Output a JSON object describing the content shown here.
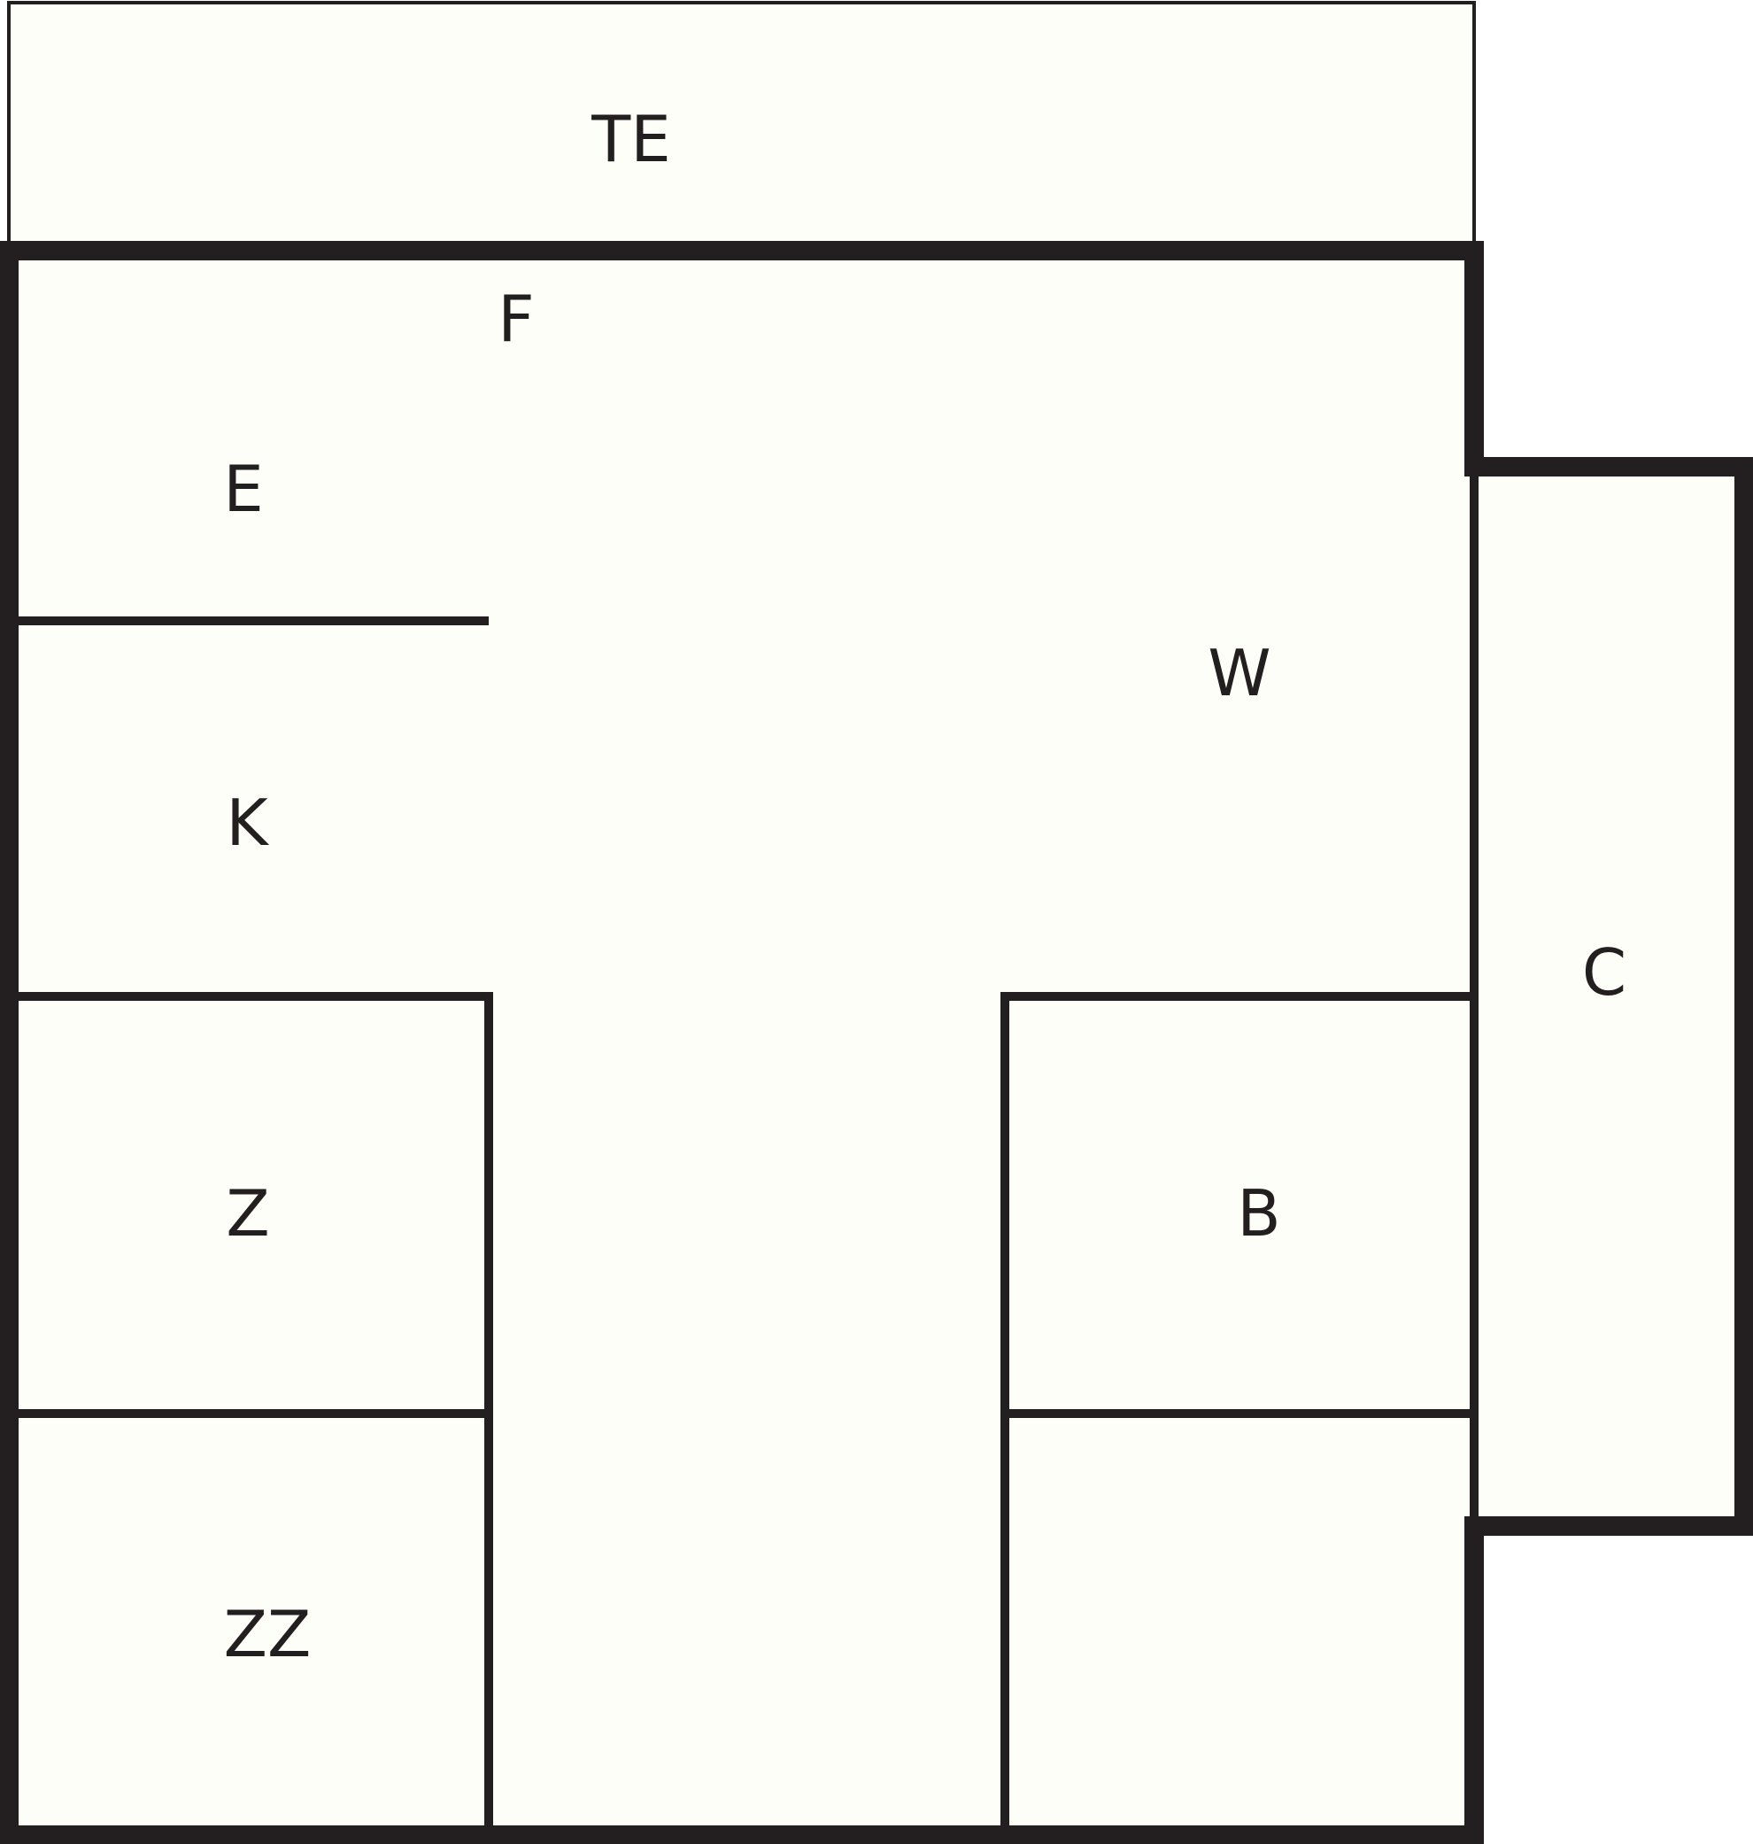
{
  "floor_plan": {
    "colors": {
      "wall": "#231f20",
      "room_fill": "#fdfef8",
      "background": "#ffffff"
    },
    "rooms": [
      {
        "id": "te",
        "label": "TE"
      },
      {
        "id": "f",
        "label": "F"
      },
      {
        "id": "e",
        "label": "E"
      },
      {
        "id": "k",
        "label": "K"
      },
      {
        "id": "w",
        "label": "W"
      },
      {
        "id": "c",
        "label": "C"
      },
      {
        "id": "z",
        "label": "Z"
      },
      {
        "id": "b",
        "label": "B"
      },
      {
        "id": "zz",
        "label": "ZZ"
      }
    ]
  }
}
